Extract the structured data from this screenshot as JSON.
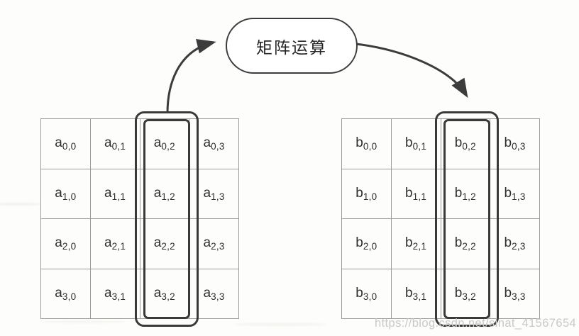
{
  "diagram": {
    "title_node": {
      "label": "矩阵运算"
    },
    "watermark": "https://blog.csdn.net/sinat_41567654",
    "colors": {
      "grid_line": "#9a9a97",
      "highlight_stroke": "#3a3a3a",
      "arrow_stroke": "#3c3c3c",
      "text": "#2e2e2e",
      "watermark": "#c9c9c9",
      "background": "#fdfdfb"
    },
    "left_matrix": {
      "name": "matrix-a",
      "symbol": "a",
      "rows": 4,
      "cols": 4,
      "highlight_column_index": 2,
      "cells": [
        [
          "a0,0",
          "a0,1",
          "a0,2",
          "a0,3"
        ],
        [
          "a1,0",
          "a1,1",
          "a1,2",
          "a1,3"
        ],
        [
          "a2,0",
          "a2,1",
          "a2,2",
          "a2,3"
        ],
        [
          "a3,0",
          "a3,1",
          "a3,2",
          "a3,3"
        ]
      ],
      "base": [
        [
          "a",
          "0,0"
        ],
        [
          "a",
          "0,1"
        ],
        [
          "a",
          "0,2"
        ],
        [
          "a",
          "0,3"
        ],
        [
          "a",
          "1,0"
        ],
        [
          "a",
          "1,1"
        ],
        [
          "a",
          "1,2"
        ],
        [
          "a",
          "1,3"
        ],
        [
          "a",
          "2,0"
        ],
        [
          "a",
          "2,1"
        ],
        [
          "a",
          "2,2"
        ],
        [
          "a",
          "2,3"
        ],
        [
          "a",
          "3,0"
        ],
        [
          "a",
          "3,1"
        ],
        [
          "a",
          "3,2"
        ],
        [
          "a",
          "3,3"
        ]
      ]
    },
    "right_matrix": {
      "name": "matrix-b",
      "symbol": "b",
      "rows": 4,
      "cols": 4,
      "highlight_column_index": 2,
      "cells": [
        [
          "b0,0",
          "b0,1",
          "b0,2",
          "b0,3"
        ],
        [
          "b1,0",
          "b1,1",
          "b1,2",
          "b1,3"
        ],
        [
          "b2,0",
          "b2,1",
          "b2,2",
          "b2,3"
        ],
        [
          "b3,0",
          "b3,1",
          "b3,2",
          "b3,3"
        ]
      ],
      "base": [
        [
          "b",
          "0,0"
        ],
        [
          "b",
          "0,1"
        ],
        [
          "b",
          "0,2"
        ],
        [
          "b",
          "0,3"
        ],
        [
          "b",
          "1,0"
        ],
        [
          "b",
          "1,1"
        ],
        [
          "b",
          "1,2"
        ],
        [
          "b",
          "1,3"
        ],
        [
          "b",
          "2,0"
        ],
        [
          "b",
          "2,1"
        ],
        [
          "b",
          "2,2"
        ],
        [
          "b",
          "2,3"
        ],
        [
          "b",
          "3,0"
        ],
        [
          "b",
          "3,1"
        ],
        [
          "b",
          "3,2"
        ],
        [
          "b",
          "3,3"
        ]
      ]
    },
    "arrows": [
      {
        "name": "arrow-source-to-operation",
        "from": "matrix-a column 2",
        "to": "矩阵运算",
        "direction": "up-right"
      },
      {
        "name": "arrow-operation-to-target",
        "from": "矩阵运算",
        "to": "matrix-b column 2",
        "direction": "down-right"
      }
    ]
  }
}
